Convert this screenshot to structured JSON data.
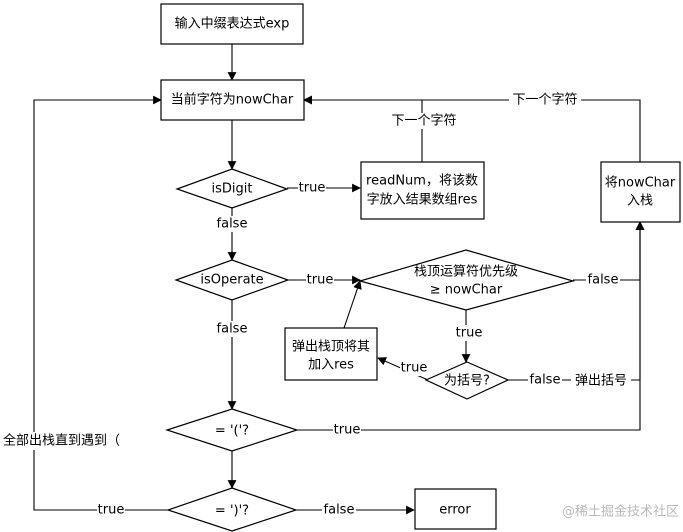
{
  "nodes": {
    "input_exp": "输入中缀表达式exp",
    "current_char": "当前字符为nowChar",
    "is_digit": "isDigit",
    "read_num_line1": "readNum，将该数",
    "read_num_line2": "字放入结果数组res",
    "is_operate": "isOperate",
    "stack_top_line1": "栈顶运算符优先级",
    "stack_top_line2": "≥ nowChar",
    "push_char_line1": "将nowChar",
    "push_char_line2": "入栈",
    "pop_top_line1": "弹出栈顶将其",
    "pop_top_line2": "加入res",
    "is_bracket": "为括号?",
    "is_open_paren": "= '('?",
    "is_close_paren": "= ')'?",
    "error": "error"
  },
  "edge_labels": {
    "digit_true": "true",
    "digit_false": "false",
    "next_char_1": "下一个字符",
    "next_char_2": "下一个字符",
    "operate_true": "true",
    "operate_false": "false",
    "priority_false": "false",
    "priority_true": "true",
    "bracket_true": "true",
    "bracket_false": "false",
    "pop_bracket": "弹出括号",
    "open_paren_true": "true",
    "close_paren_true": "true",
    "close_paren_false": "false",
    "pop_all": "全部出栈直到遇到（"
  },
  "watermark": "@稀土掘金技术社区"
}
